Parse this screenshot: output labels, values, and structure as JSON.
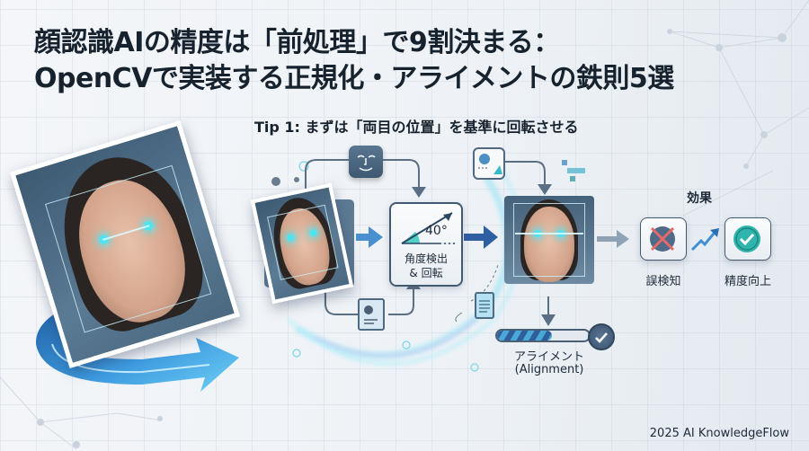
{
  "title": {
    "line1": "顔認識AIの精度は「前処理」で9割決まる：",
    "line2": "OpenCVで実装する正規化・アライメントの鉄則5選"
  },
  "tip": {
    "label": "Tip 1: まずは「両目の位置」を基準に回転させる"
  },
  "process": {
    "angle_value": "40°",
    "step_label_line1": "角度検出",
    "step_label_line2": "& 回転",
    "alignment_label": "アライメント",
    "alignment_sublabel": "(Alignment)",
    "progress_percent": 60
  },
  "effect": {
    "heading": "効果",
    "items": [
      {
        "label": "誤検知",
        "icon": "cross-icon"
      },
      {
        "label": "精度向上",
        "icon": "check-icon"
      }
    ]
  },
  "icons": {
    "face": "smiley-face-icon",
    "shapes": "shapes-icon",
    "document_face": "document-face-icon",
    "document_list": "document-list-icon",
    "rotate_arrow": "rotate-arrow-icon",
    "trend_arrow": "trend-up-arrow-icon"
  },
  "colors": {
    "accent_cyan": "#4fe3f0",
    "dark_navy": "#17222f",
    "steel_blue": "#415a72",
    "arrow_blue": "#2f6fb3",
    "error_red": "#e46a6a",
    "success_teal": "#2fb5ad"
  },
  "footer": {
    "credit": "2025 AI KnowledgeFlow"
  }
}
